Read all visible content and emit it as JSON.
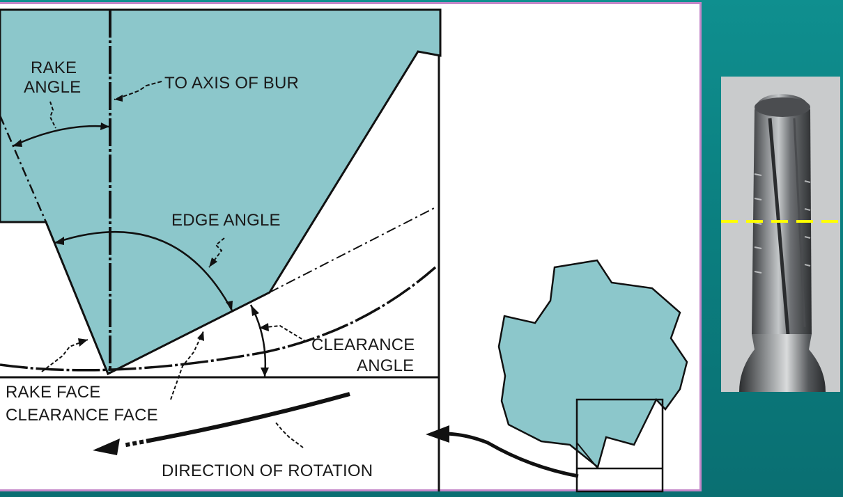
{
  "labels": {
    "rake_angle_line1": "RAKE",
    "rake_angle_line2": "ANGLE",
    "to_axis": "TO AXIS OF BUR",
    "edge_angle": "EDGE ANGLE",
    "clearance_angle_line1": "CLEARANCE",
    "clearance_angle_line2": "ANGLE",
    "rake_face": "RAKE FACE",
    "clearance_face": "CLEARANCE FACE",
    "direction_of_rotation": "DIRECTION OF ROTATION"
  },
  "colors": {
    "background": "#0b7f80",
    "frame_border": "#c486c8",
    "blade_fill": "#8cc7cb",
    "ink": "#111111",
    "dashed_marker": "#ffff00"
  },
  "icons": {
    "bur_cross_section": "star-polygon",
    "bur_photo": "carbide-bur-photo"
  }
}
